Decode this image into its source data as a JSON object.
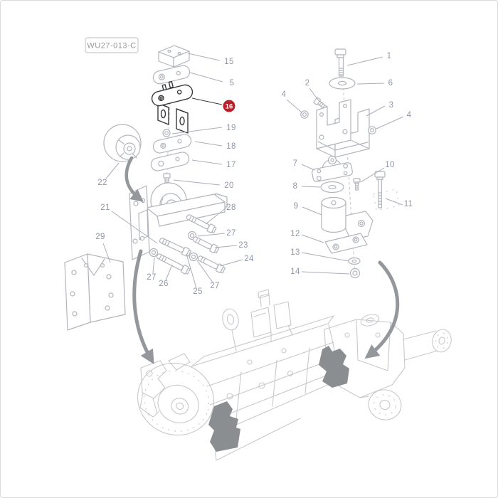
{
  "page": {
    "background": "#ffffff"
  },
  "colors": {
    "accent": "#b7222a",
    "accent_text": "#ffffff",
    "line_light": "#b2b5bb",
    "line_dark": "#37383c",
    "label": "#8f96a7",
    "leader": "#abaeb8",
    "leader_dark": "#3a3b3f",
    "arrow": "#94979b",
    "ghost": "#c7c9cc",
    "mount": "#8b8e91",
    "dash": "#c3c5ca",
    "box_border": "#c9cacd",
    "box_text": "#97979d",
    "page_border": "#d9dadd"
  },
  "header": {
    "diagram_code": "WU27-013-C"
  },
  "selected_part": {
    "number": "16"
  },
  "callouts": {
    "c15": "15",
    "c5": "5",
    "c19": "19",
    "c18": "18",
    "c17": "17",
    "c20": "20",
    "c22": "22",
    "c21": "21",
    "c28": "28",
    "c27a": "27",
    "c23": "23",
    "c24": "24",
    "c27b": "27",
    "c26": "26",
    "c25": "25",
    "c27c": "27",
    "c29": "29",
    "c1": "1",
    "c2": "2",
    "c3": "3",
    "c4a": "4",
    "c4b": "4",
    "c6": "6",
    "c7": "7",
    "c8": "8",
    "c9": "9",
    "c10": "10",
    "c11": "11",
    "c12": "12",
    "c13": "13",
    "c14": "14"
  }
}
